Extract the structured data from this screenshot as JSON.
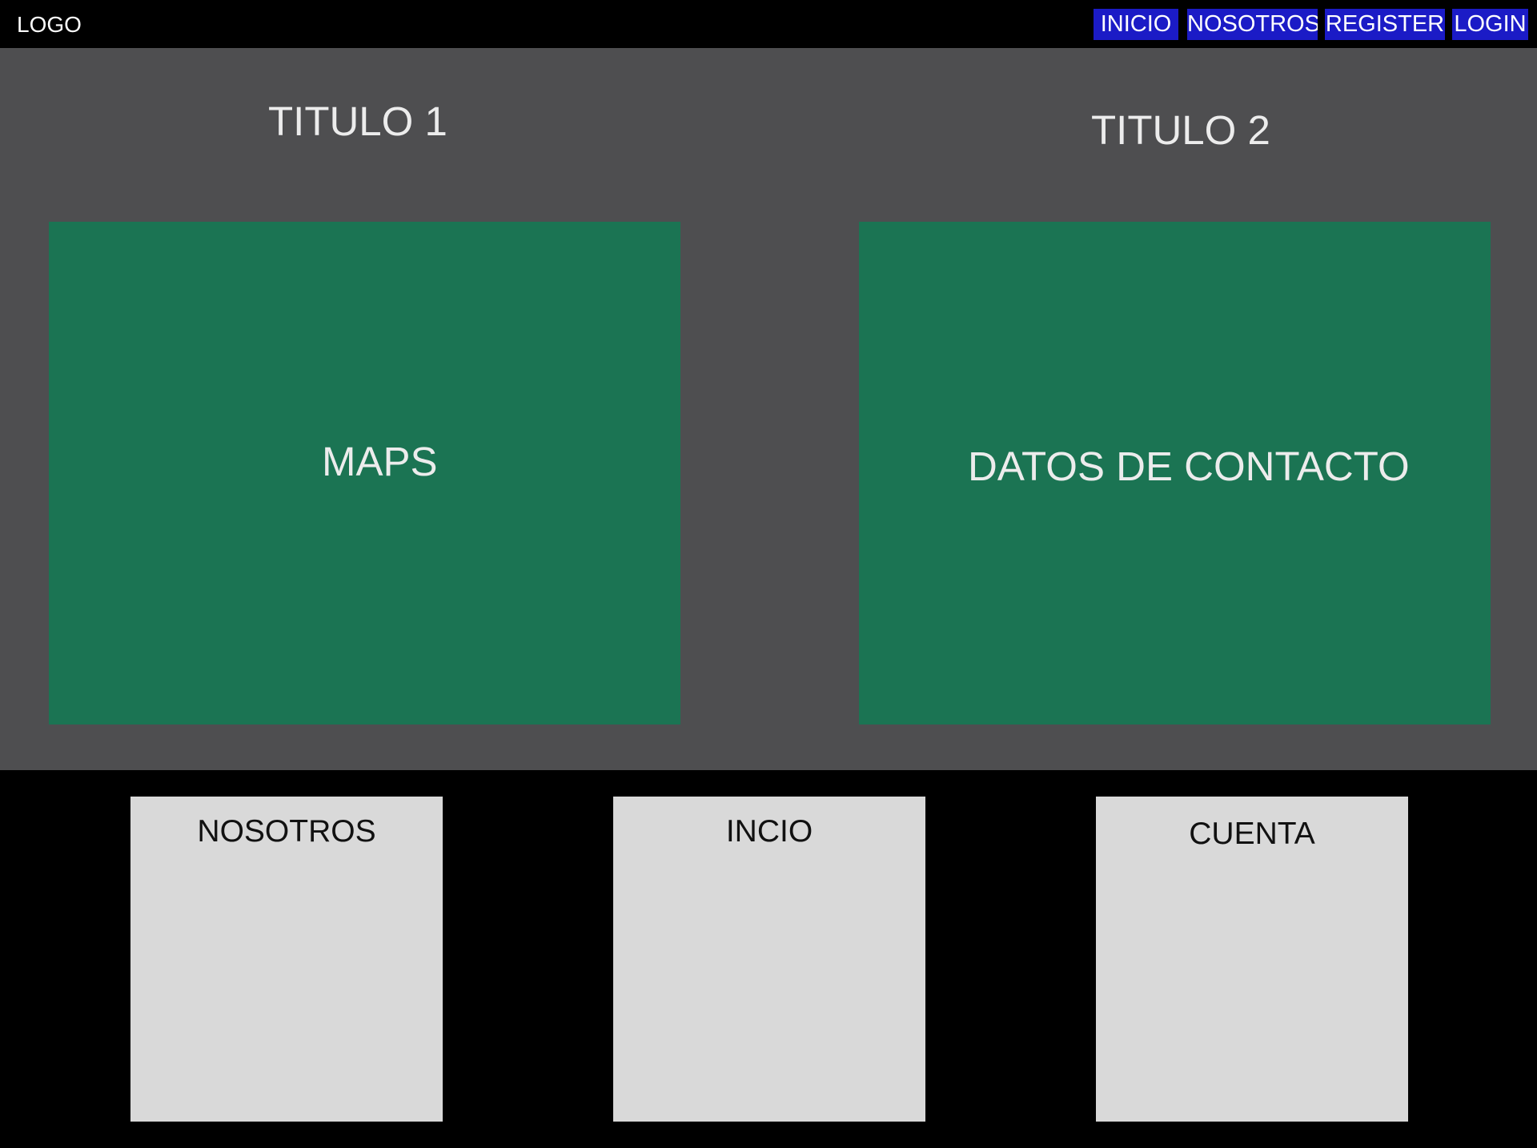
{
  "header": {
    "logo": "LOGO",
    "nav": [
      "INICIO",
      "NOSOTROS",
      "REGISTER",
      "LOGIN"
    ]
  },
  "main": {
    "sections": [
      {
        "title": "TITULO 1",
        "panel_label": "MAPS"
      },
      {
        "title": "TITULO 2",
        "panel_label": "DATOS DE CONTACTO"
      }
    ]
  },
  "footer": {
    "cards": [
      "NOSOTROS",
      "INCIO",
      "CUENTA"
    ]
  },
  "colors": {
    "nav_button": "#1b1bc6",
    "main_background": "#4e4e50",
    "panel": "#1b7453",
    "card": "#d9d9d9"
  }
}
